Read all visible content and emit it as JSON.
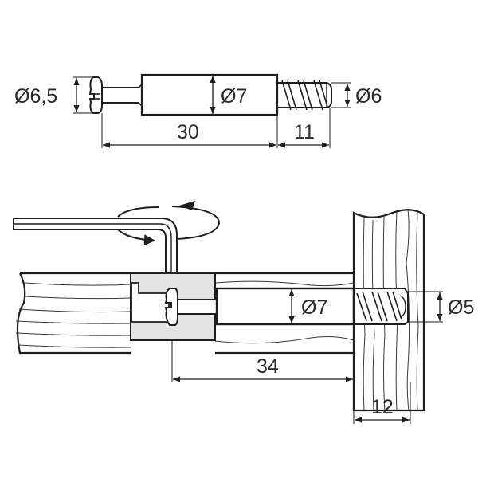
{
  "diagram": {
    "title": "",
    "colors": {
      "line": "#1e1e1e",
      "text": "#2a2a2a",
      "housing_fill": "#e3e3e3",
      "background": "#ffffff"
    },
    "top_view": {
      "name": "connector bolt (side view)",
      "labels": {
        "head_diameter": "Ø6,5",
        "shank_diameter": "Ø7",
        "thread_diameter": "Ø6",
        "body_length": "30",
        "thread_length": "11"
      }
    },
    "bottom_view": {
      "name": "assembly in panel",
      "tool": "hex key (allen wrench) with rotation arrow",
      "labels": {
        "shank_diameter": "Ø7",
        "hole_diameter": "Ø5",
        "insertion_depth": "34",
        "panel_thickness": "12"
      }
    }
  }
}
